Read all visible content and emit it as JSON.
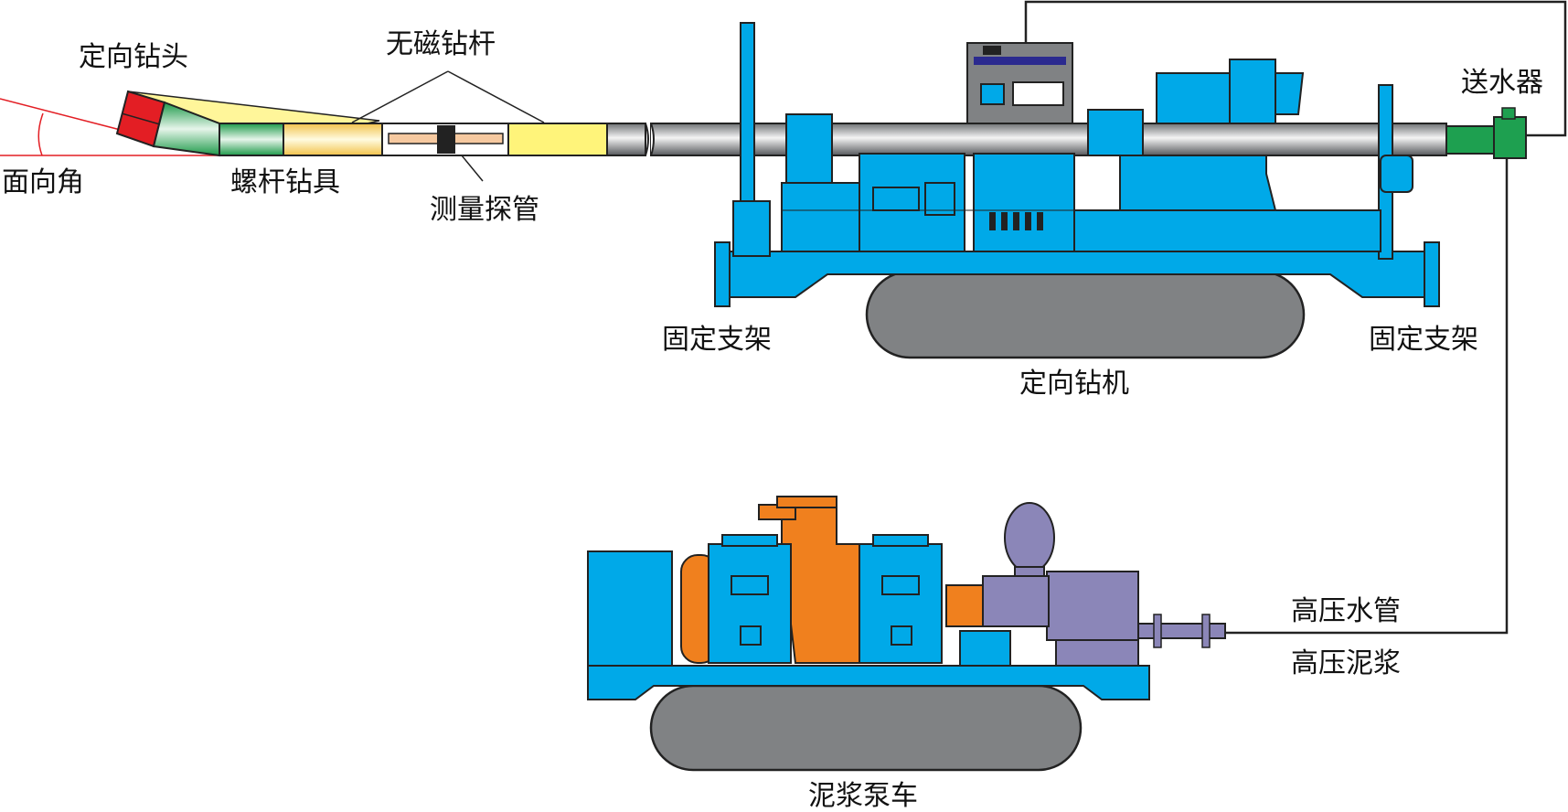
{
  "labels": {
    "drill_bit": "定向钻头",
    "nonmag_rod": "无磁钻杆",
    "toolface_angle": "面向角",
    "screw_drill": "螺杆钻具",
    "probe": "测量探管",
    "water_feeder": "送水器",
    "support_left": "固定支架",
    "support_right": "固定支架",
    "drill_rig": "定向钻机",
    "hp_water_pipe": "高压水管",
    "hp_mud": "高压泥浆",
    "mud_pump_truck": "泥浆泵车"
  },
  "colors": {
    "machine_blue": "#00a9e8",
    "track_gray": "#808284",
    "pipe_gray": "#9ea1a4",
    "pump_orange": "#f0801e",
    "pump_purple": "#8b86b8",
    "bit_red": "#e31e24",
    "pipe_yellow": "#fff47a",
    "green": "#1ea050",
    "line_red": "#e31e24",
    "outline": "#222222"
  }
}
